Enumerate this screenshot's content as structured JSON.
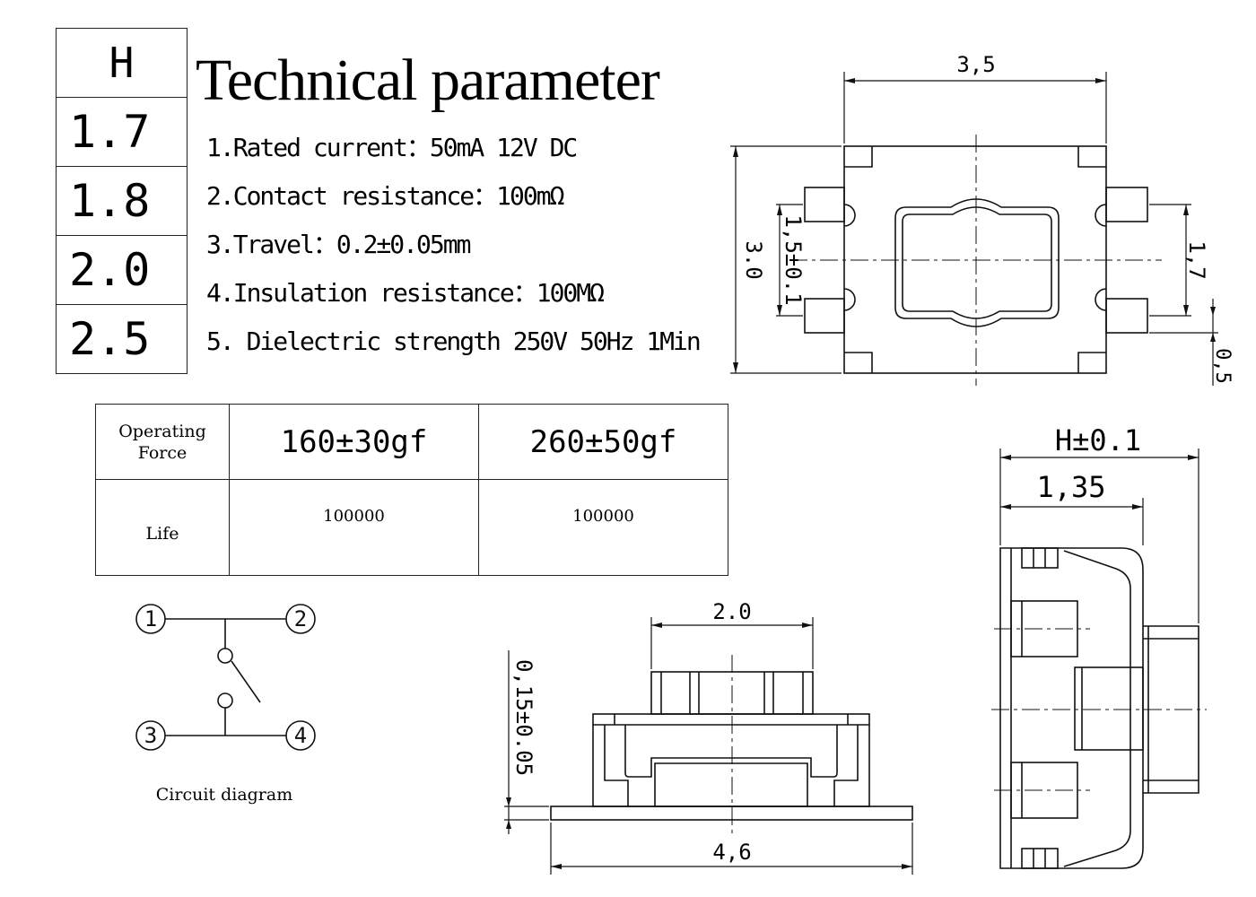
{
  "h_table": {
    "header": "H",
    "values": [
      "1.7",
      "1.8",
      "2.0",
      "2.5"
    ]
  },
  "title": "Technical parameter",
  "parameters": [
    "1.Rated current：50mA 12V DC",
    "2.Contact resistance：100mΩ",
    "3.Travel：0.2±0.05mm",
    "4.Insulation resistance：100MΩ",
    "5. Dielectric strength 250V 50Hz 1Min"
  ],
  "force_table": {
    "operating_force_label_line1": "Operating",
    "operating_force_label_line2": "Force",
    "force_values": [
      "160±30gf",
      "260±50gf"
    ],
    "life_label": "Life",
    "life_values": [
      "100000",
      "100000"
    ]
  },
  "top_view": {
    "width_dim": "3,5",
    "height_dim": "3.0",
    "pin_spacing_dim": "1,5±0.1",
    "pin_pitch_dim": "1,7",
    "pin_width_dim": "0,5"
  },
  "circuit": {
    "terminals": [
      "1",
      "2",
      "3",
      "4"
    ],
    "caption": "Circuit diagram"
  },
  "front_view": {
    "actuator_width_dim": "2.0",
    "total_width_dim": "4,6",
    "height_offset_dim": "0,15±0.05"
  },
  "side_view": {
    "height_dim": "H±0.1",
    "body_height_dim": "1,35"
  }
}
